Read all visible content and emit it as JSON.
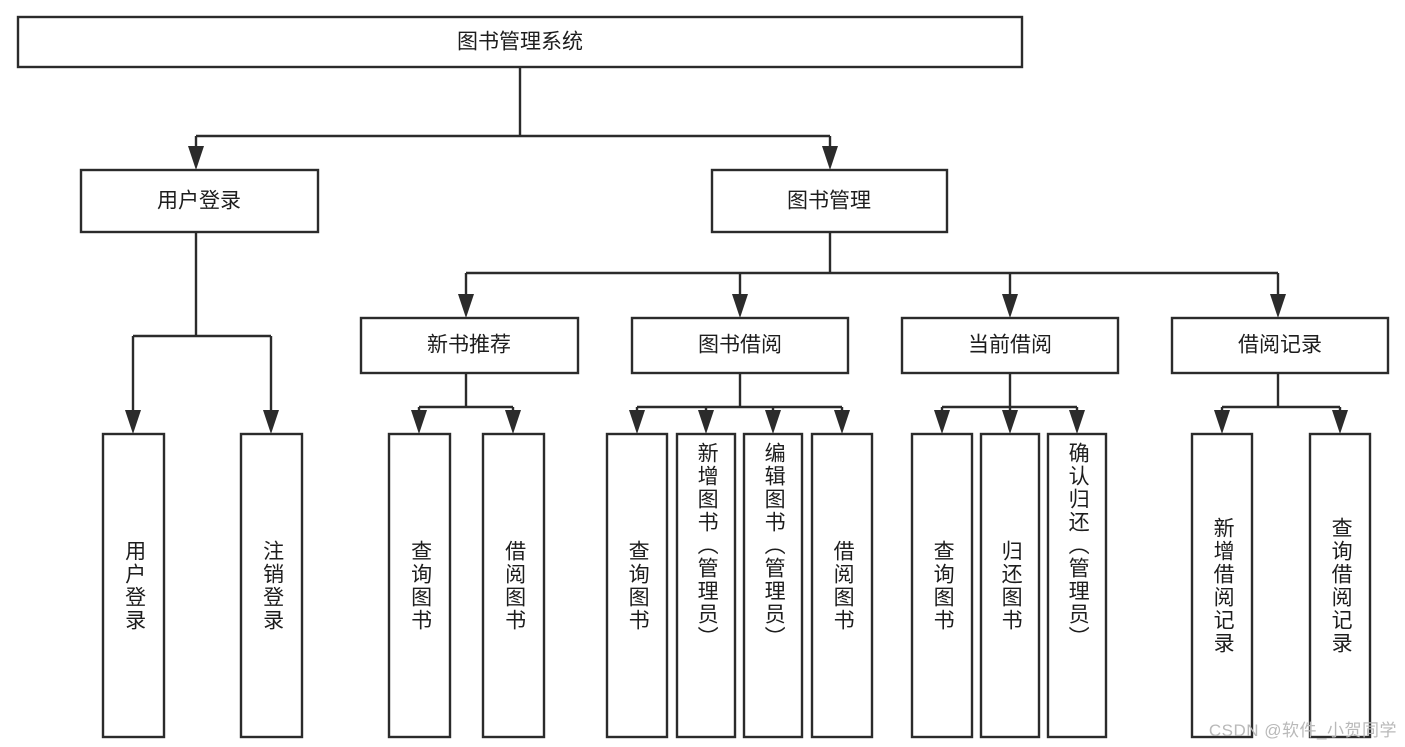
{
  "diagram": {
    "type": "tree-hierarchy",
    "title": "图书管理系统",
    "orientation": "top-down",
    "colors": {
      "box_stroke": "#2b2b2b",
      "box_fill": "#ffffff",
      "connector": "#2b2b2b",
      "text": "#1d1d1d",
      "background": "#ffffff",
      "watermark": "#b9b9b9"
    },
    "root": {
      "label": "图书管理系统"
    },
    "level2": [
      {
        "label": "用户登录"
      },
      {
        "label": "图书管理"
      }
    ],
    "level3": [
      {
        "label": "新书推荐"
      },
      {
        "label": "图书借阅"
      },
      {
        "label": "当前借阅"
      },
      {
        "label": "借阅记录"
      }
    ],
    "leaves": {
      "user_login": [
        {
          "label": "用户登录"
        },
        {
          "label": "注销登录"
        }
      ],
      "new_book": [
        {
          "label": "查询图书"
        },
        {
          "label": "借阅图书"
        }
      ],
      "book_borrow": [
        {
          "label": "查询图书"
        },
        {
          "label": "新增图书（管理员）"
        },
        {
          "label": "编辑图书（管理员）"
        },
        {
          "label": "借阅图书"
        }
      ],
      "current_borrow": [
        {
          "label": "查询图书"
        },
        {
          "label": "归还图书"
        },
        {
          "label": "确认归还（管理员）"
        }
      ],
      "borrow_record": [
        {
          "label": "新增借阅记录"
        },
        {
          "label": "查询借阅记录"
        }
      ]
    }
  },
  "watermark": {
    "text": "CSDN @软件_小贺同学"
  }
}
